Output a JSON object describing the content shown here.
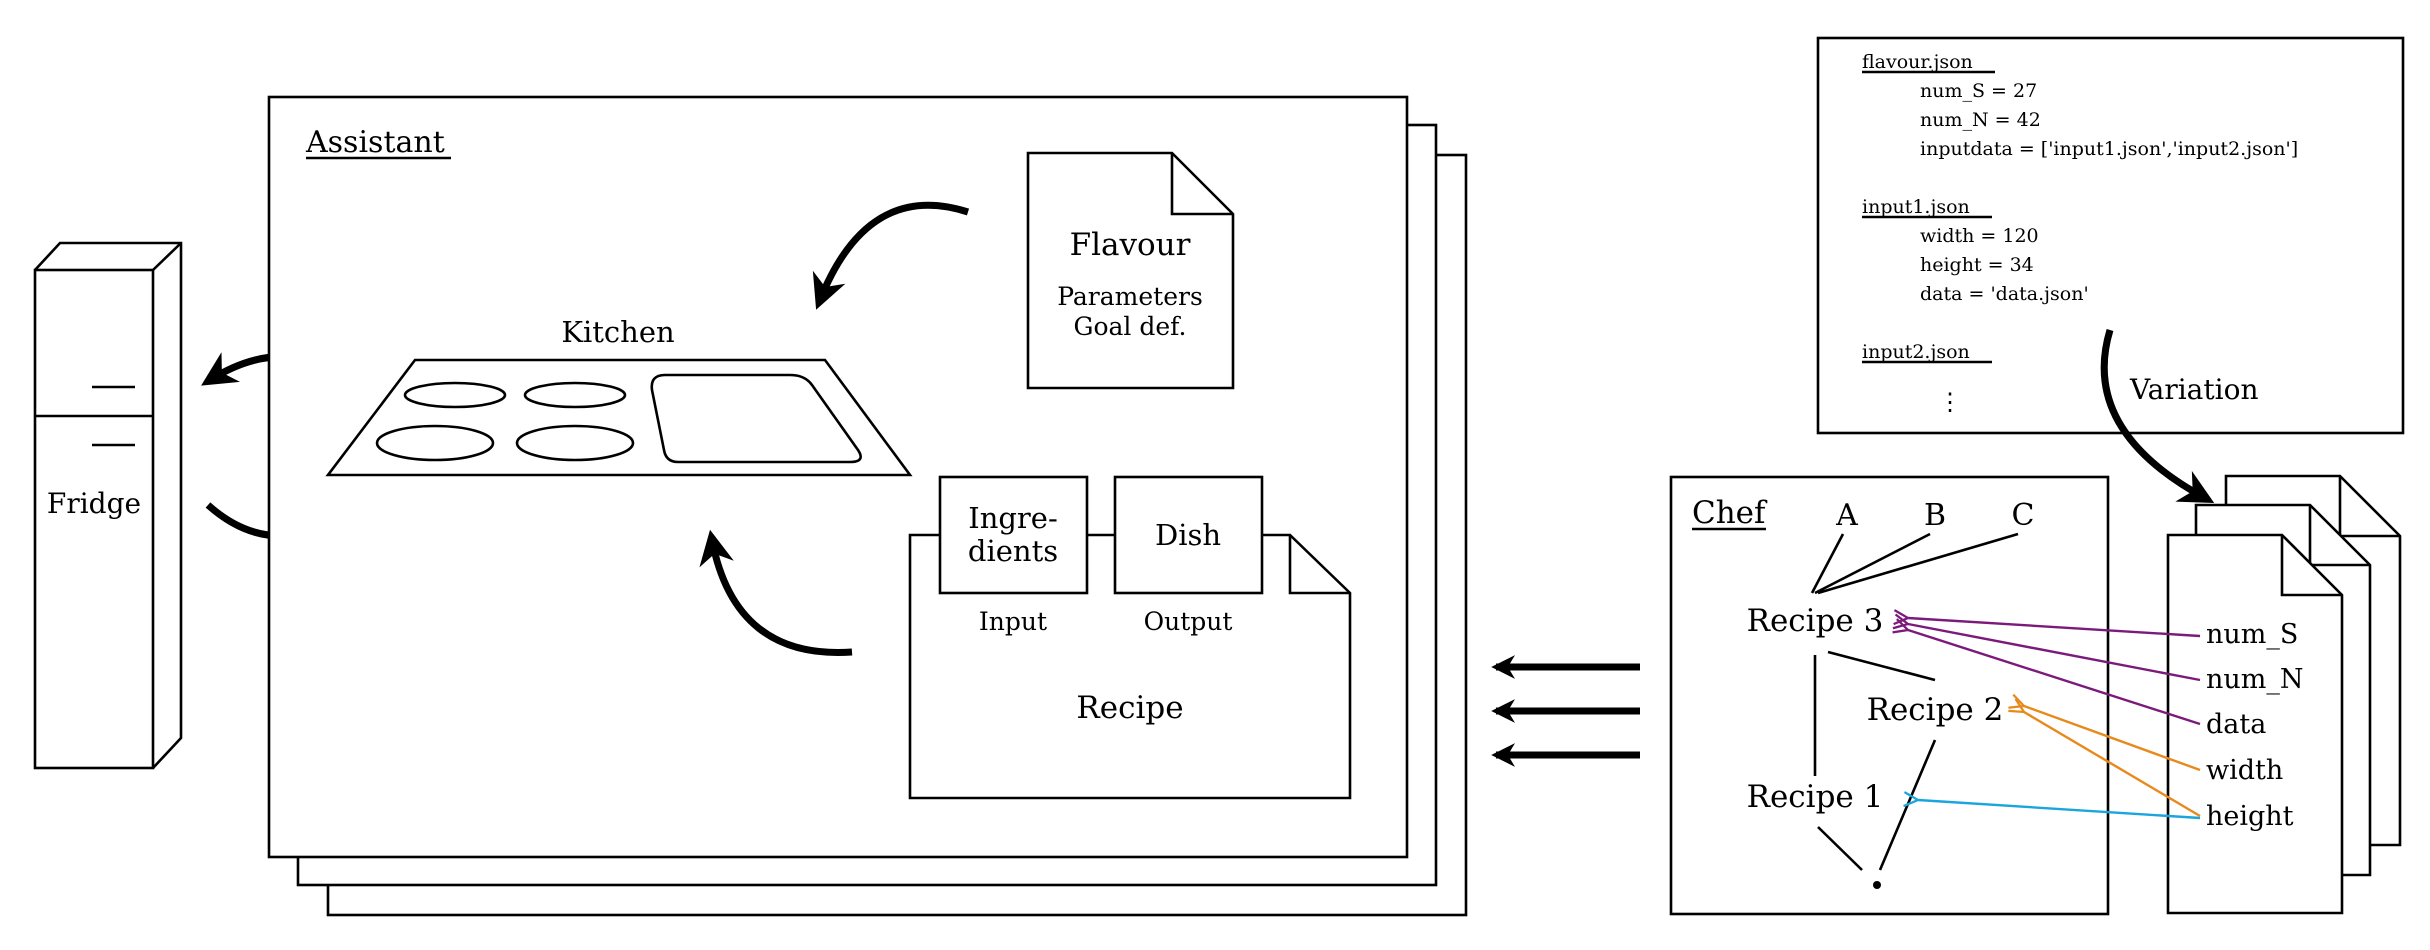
{
  "labels": {
    "fridge": "Fridge",
    "assistant": "Assistant",
    "kitchen": "Kitchen",
    "flavour_title": "Flavour",
    "flavour_line1": "Parameters",
    "flavour_line2": "Goal def.",
    "ingredients_line1": "Ingre-",
    "ingredients_line2": "dients",
    "dish": "Dish",
    "input": "Input",
    "output": "Output",
    "recipe": "Recipe",
    "chef": "Chef",
    "variation": "Variation"
  },
  "chef_nodes": {
    "a": "A",
    "b": "B",
    "c": "C",
    "recipe3": "Recipe 3",
    "recipe2": "Recipe 2",
    "recipe1": "Recipe 1"
  },
  "params": [
    "num_S",
    "num_N",
    "data",
    "width",
    "height"
  ],
  "config": {
    "flavour_file": "flavour.json",
    "num_s": "num_S = 27",
    "num_n": "num_N = 42",
    "inputdata": "inputdata = ['input1.json','input2.json']",
    "input1_file": "input1.json",
    "width": "width = 120",
    "height": "height = 34",
    "data": "data = 'data.json'",
    "input2_file": "input2.json",
    "ellipsis": "⋮"
  },
  "colors": {
    "purple": "#7b1a7b",
    "orange": "#e8891c",
    "cyan": "#1aa6dc"
  }
}
